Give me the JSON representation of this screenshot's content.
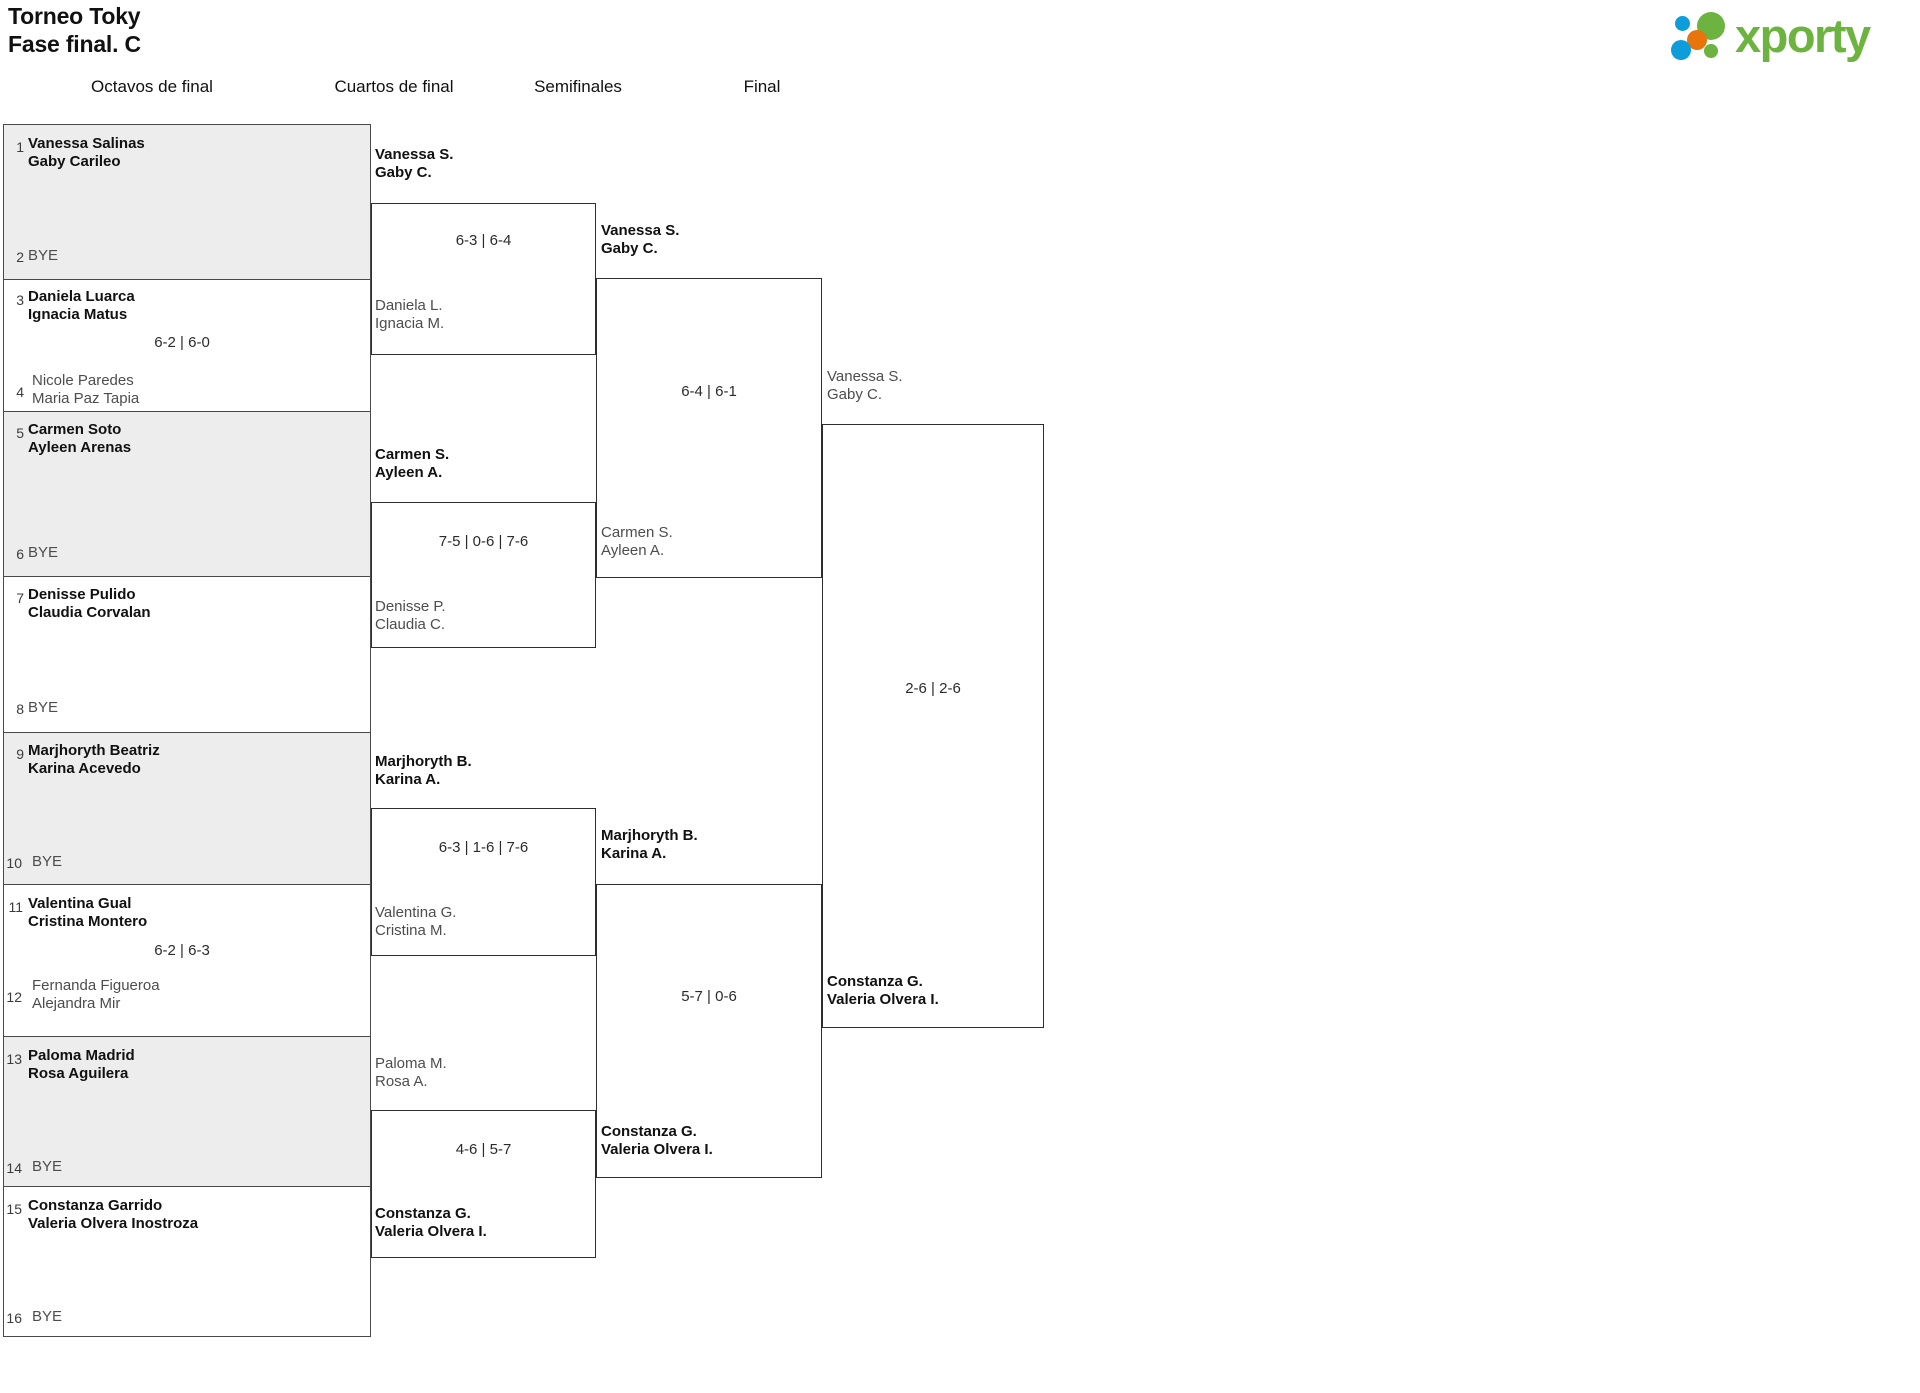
{
  "header": {
    "title_line1": "Torneo Toky",
    "title_line2": "Fase final. C",
    "logo_text": "xporty",
    "logo_colors": {
      "green": "#6db33f",
      "blue": "#0d9ddb",
      "orange": "#e8740c"
    }
  },
  "rounds": [
    {
      "label": "Octavos de final"
    },
    {
      "label": "Cuartos de final"
    },
    {
      "label": "Semifinales"
    },
    {
      "label": "Final"
    }
  ],
  "bye_label": "BYE",
  "round1": [
    {
      "seed_top": "1",
      "top": "Vanessa Salinas\nGaby Carileo",
      "seed_bot": "2",
      "bottom": "BYE",
      "score": "",
      "top_win": true,
      "bottom_bye": true,
      "shaded": true
    },
    {
      "seed_top": "3",
      "top": "Daniela Luarca\nIgnacia Matus",
      "seed_bot": "4",
      "bottom": "Nicole Paredes\nMaria Paz Tapia",
      "score": "6-2 | 6-0",
      "top_win": true,
      "bottom_bye": false,
      "shaded": false
    },
    {
      "seed_top": "5",
      "top": "Carmen Soto\nAyleen Arenas",
      "seed_bot": "6",
      "bottom": "BYE",
      "score": "",
      "top_win": true,
      "bottom_bye": true,
      "shaded": true
    },
    {
      "seed_top": "7",
      "top": "Denisse Pulido\nClaudia Corvalan",
      "seed_bot": "8",
      "bottom": "BYE",
      "score": "",
      "top_win": true,
      "bottom_bye": true,
      "shaded": false
    },
    {
      "seed_top": "9",
      "top": "Marjhoryth Beatriz\nKarina Acevedo",
      "seed_bot": "10",
      "bottom": "BYE",
      "score": "",
      "top_win": true,
      "bottom_bye": true,
      "shaded": true
    },
    {
      "seed_top": "11",
      "top": "Valentina Gual\nCristina Montero",
      "seed_bot": "12",
      "bottom": "Fernanda Figueroa\nAlejandra Mir",
      "score": "6-2 | 6-3",
      "top_win": true,
      "bottom_bye": false,
      "shaded": false
    },
    {
      "seed_top": "13",
      "top": "Paloma Madrid\nRosa Aguilera",
      "seed_bot": "14",
      "bottom": "BYE",
      "score": "",
      "top_win": true,
      "bottom_bye": true,
      "shaded": true
    },
    {
      "seed_top": "15",
      "top": "Constanza Garrido\nValeria Olvera Inostroza",
      "seed_bot": "16",
      "bottom": "BYE",
      "score": "",
      "top_win": true,
      "bottom_bye": true,
      "shaded": false
    }
  ],
  "quarterfinals": [
    {
      "top": "Vanessa S.\nGaby C.",
      "bottom": "Daniela L.\nIgnacia M.",
      "score": "6-3 | 6-4",
      "top_win": true
    },
    {
      "top": "Carmen S.\nAyleen A.",
      "bottom": "Denisse P.\nClaudia C.",
      "score": "7-5 | 0-6 | 7-6",
      "top_win": true
    },
    {
      "top": "Marjhoryth B.\nKarina A.",
      "bottom": "Valentina G.\nCristina M.",
      "score": "6-3 | 1-6 | 7-6",
      "top_win": true
    },
    {
      "top": "Paloma M.\nRosa A.",
      "bottom": "Constanza G.\nValeria Olvera I.",
      "score": "4-6 | 5-7",
      "top_win": false
    }
  ],
  "semifinals": [
    {
      "top": "Vanessa S.\nGaby C.",
      "bottom": "Carmen S.\nAyleen A.",
      "score": "6-4 | 6-1",
      "top_win": true
    },
    {
      "top": "Marjhoryth B.\nKarina A.",
      "bottom": "Constanza G.\nValeria Olvera I.",
      "score": "5-7 | 0-6",
      "top_win": false
    }
  ],
  "final": [
    {
      "top": "Vanessa S.\nGaby C.",
      "bottom": "Constanza G.\nValeria Olvera I.",
      "score": "2-6 | 2-6",
      "top_win": false
    }
  ]
}
